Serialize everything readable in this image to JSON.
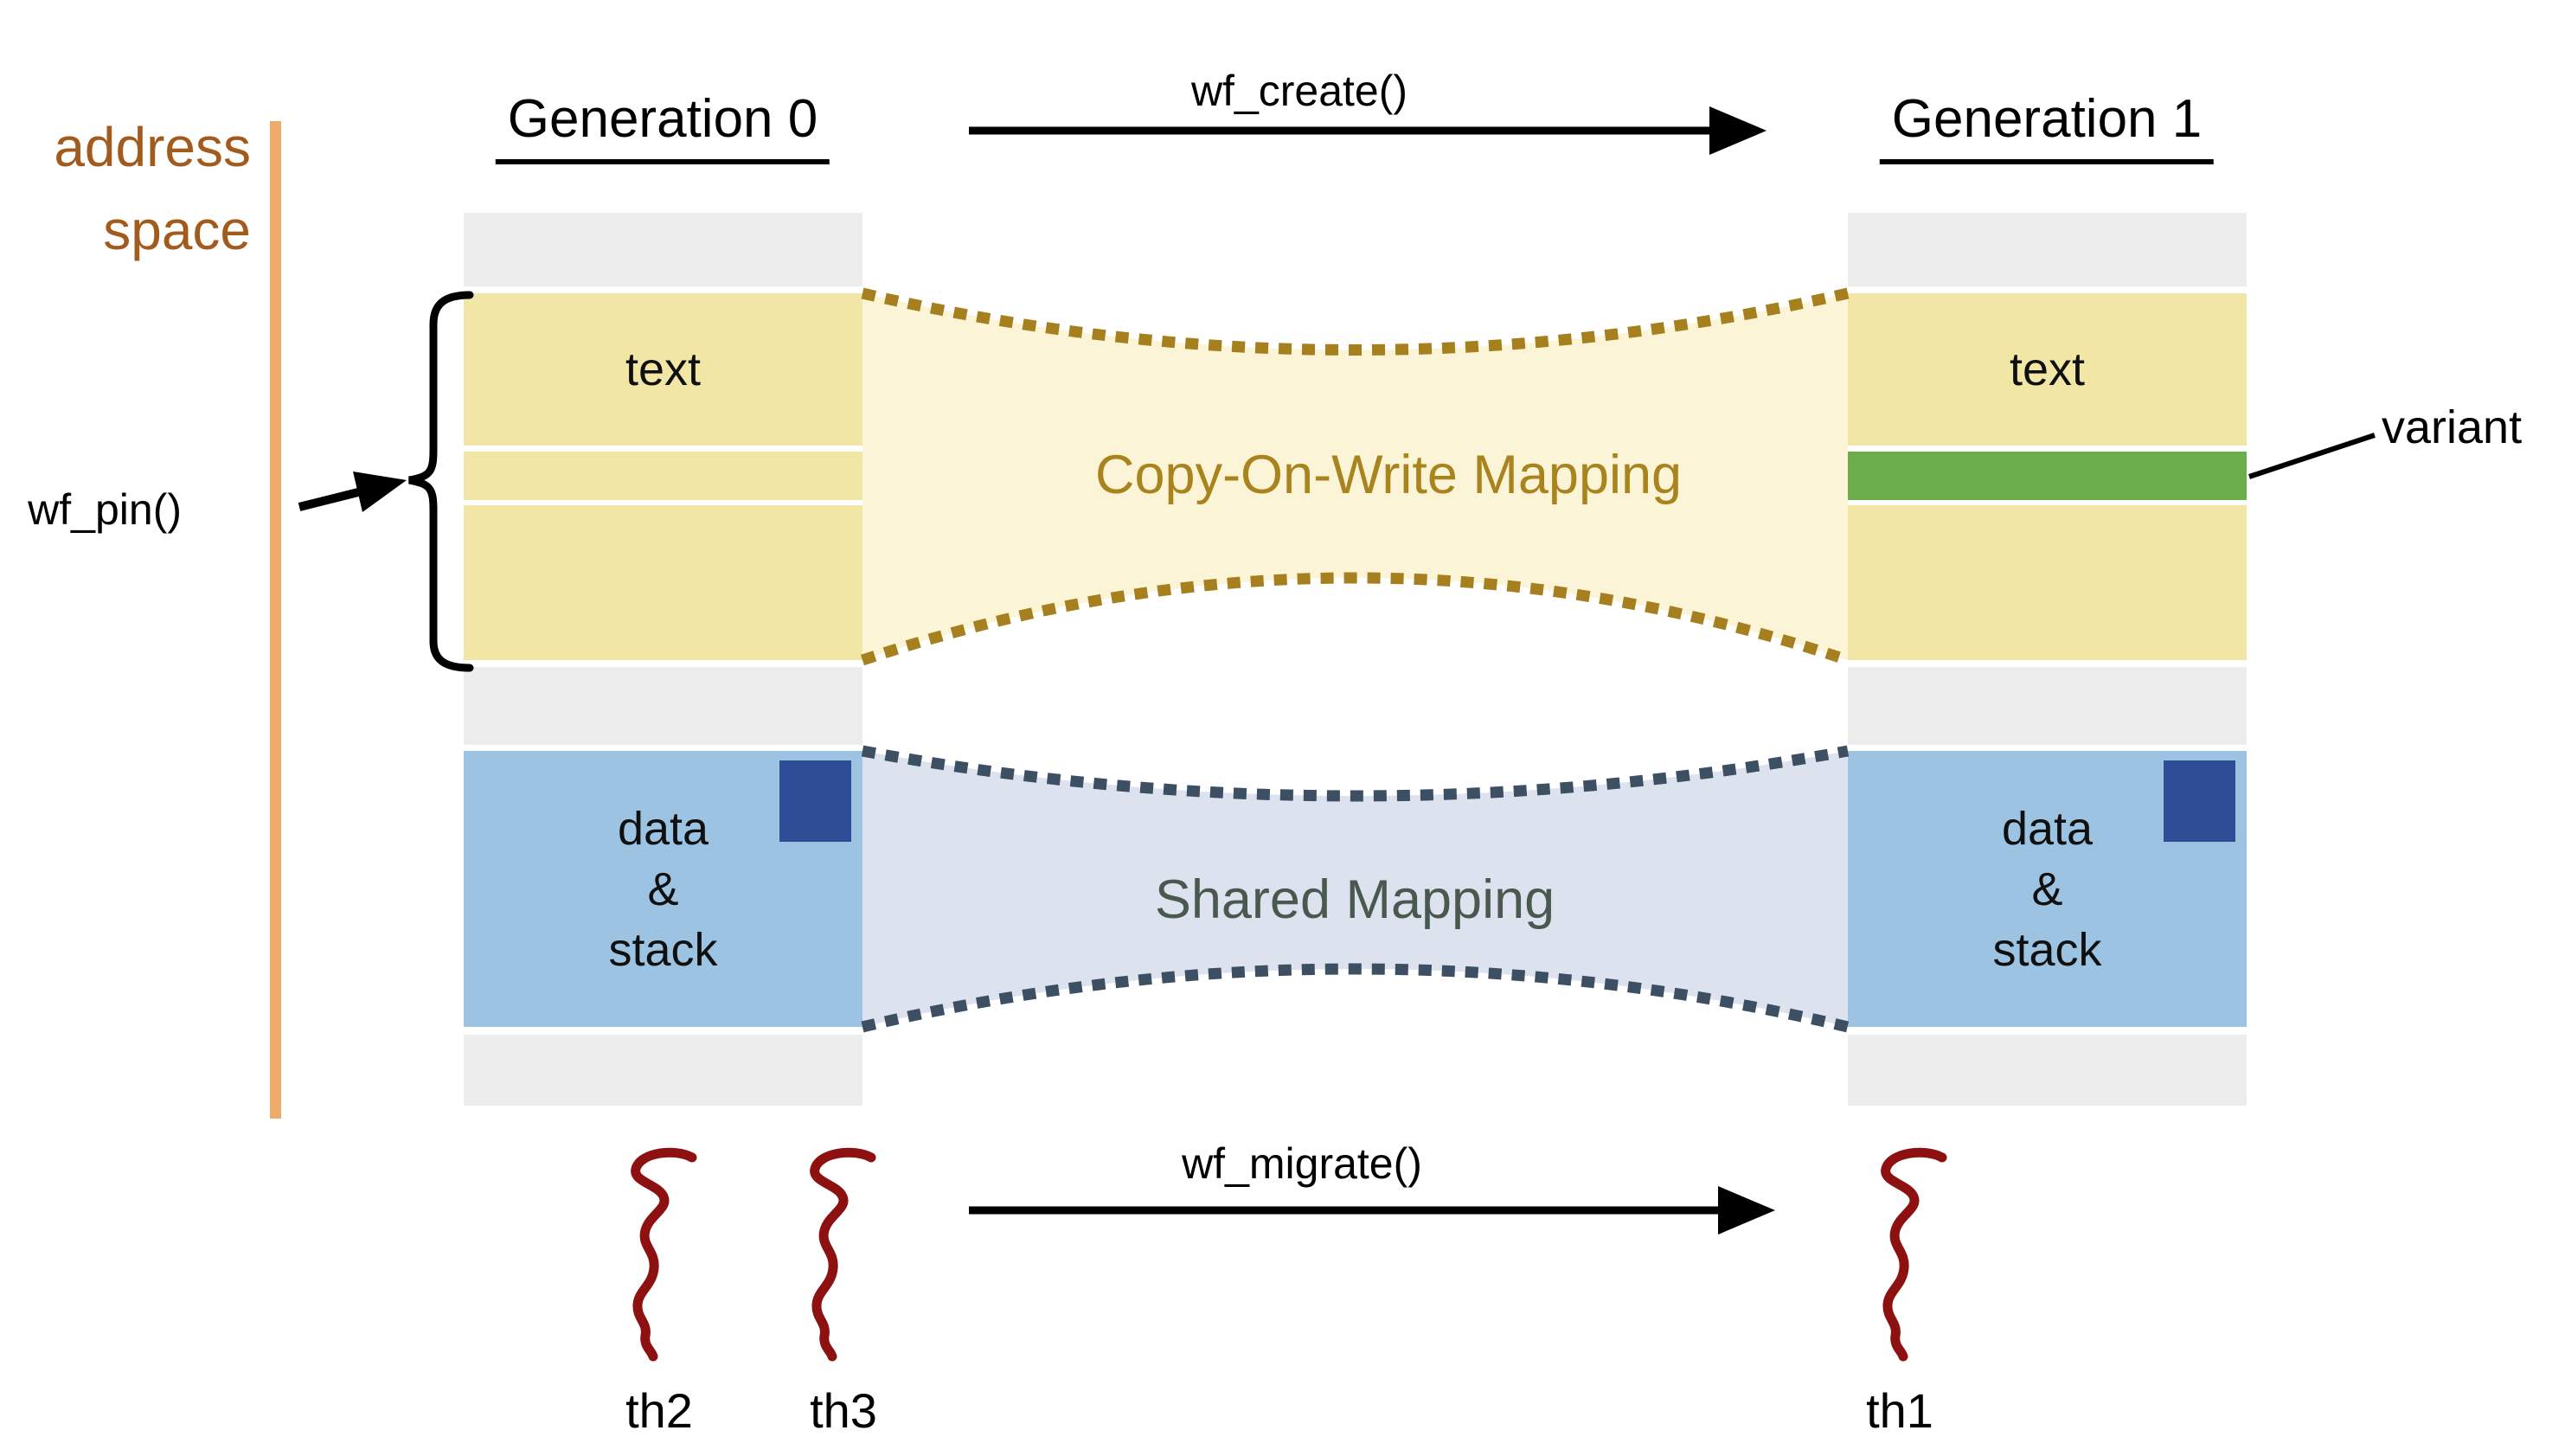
{
  "diagram": {
    "address_space_label": {
      "line1": "address",
      "line2": "space"
    },
    "generation0": {
      "heading": "Generation 0",
      "text_segment_label": "text",
      "data_segment_label": {
        "line1": "data",
        "line2": "&",
        "line3": "stack"
      }
    },
    "generation1": {
      "heading": "Generation 1",
      "text_segment_label": "text",
      "data_segment_label": {
        "line1": "data",
        "line2": "&",
        "line3": "stack"
      }
    },
    "operations": {
      "create": "wf_create()",
      "migrate": "wf_migrate()",
      "pin": "wf_pin()"
    },
    "mappings": {
      "cow": "Copy-On-Write Mapping",
      "shared": "Shared Mapping"
    },
    "variant_label": "variant",
    "threads": {
      "th1": "th1",
      "th2": "th2",
      "th3": "th3"
    },
    "colors": {
      "band_yellow": "#f1e6a5",
      "band_gray": "#ededed",
      "band_blue": "#9cc4e2",
      "band_green": "#6cae4c",
      "marker_navy": "#2e4d96",
      "cow_fill": "#fcf4d6",
      "cow_dash": "#a6801f",
      "shared_fill": "#dde3ee",
      "shared_dash": "#3d4f63",
      "thread_red": "#8e1111",
      "address_orange_line": "#eeac6c",
      "address_text_brown": "#a35b1d"
    }
  }
}
